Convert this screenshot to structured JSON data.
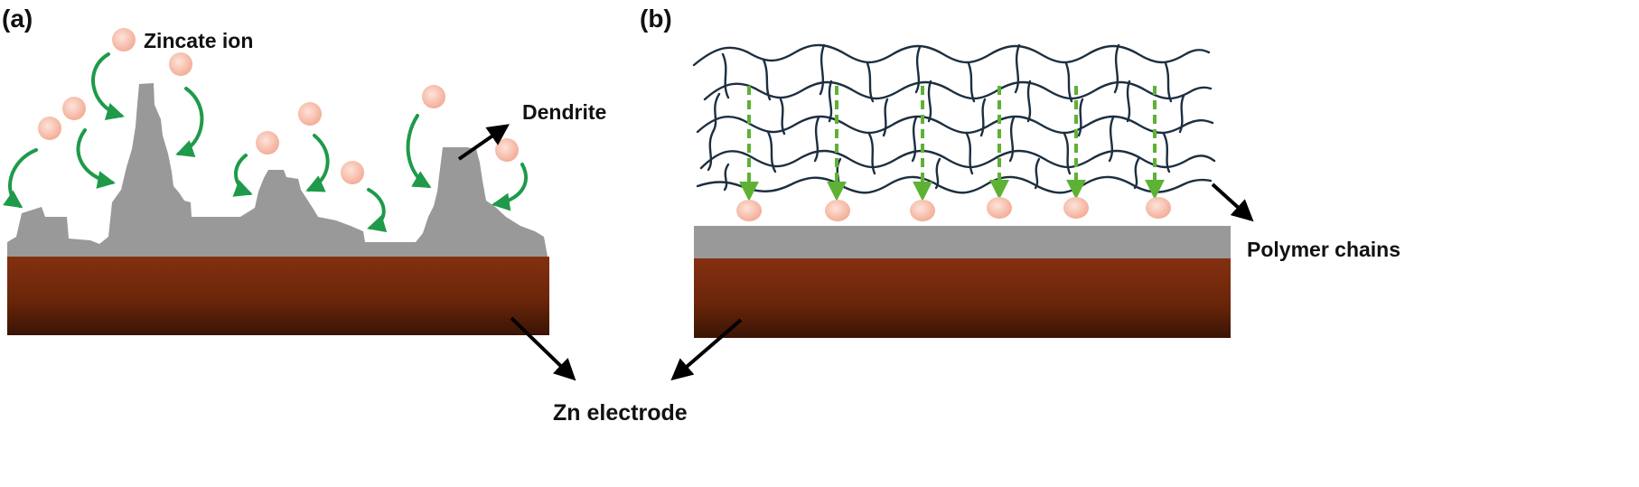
{
  "panel_a": {
    "letter": "(a)",
    "zincate_label": "Zincate ion",
    "dendrite_label": "Dendrite"
  },
  "panel_b": {
    "letter": "(b)",
    "polymer_label": "Polymer chains"
  },
  "shared": {
    "electrode_label": "Zn electrode"
  },
  "colors": {
    "electrode_top": "#843010",
    "electrode_bottom": "#3a1405",
    "deposit_gray": "#999999",
    "ion_fill": "#f6b9a8",
    "curve_arrow_green": "#1e9a4a",
    "dashed_arrow_green": "#5db234",
    "polymer_line": "#1c2f40",
    "pointer_arrow": "#000000"
  }
}
